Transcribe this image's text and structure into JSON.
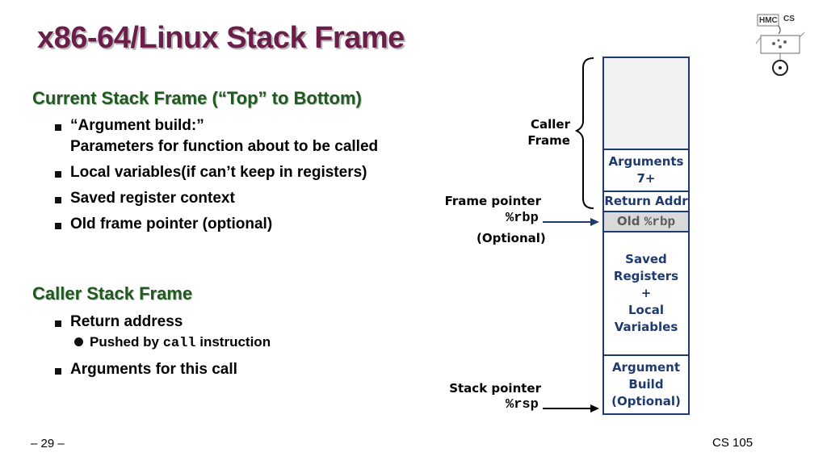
{
  "slide": {
    "title": "x86-64/Linux Stack Frame",
    "footer_left": "– 29 –",
    "footer_right": "CS 105"
  },
  "left": {
    "current_heading": "Current Stack Frame (“Top” to Bottom)",
    "current_items": [
      {
        "line1": "“Argument build:”",
        "line2": "Parameters for function about to be called"
      },
      {
        "line1": "Local variables(if can’t keep in registers)"
      },
      {
        "line1": "Saved register context"
      },
      {
        "line1": "Old frame pointer (optional)"
      }
    ],
    "caller_heading": "Caller Stack Frame",
    "caller_items": [
      {
        "line1": "Return address"
      },
      {
        "line1": "Arguments for this call"
      }
    ],
    "caller_subitem": {
      "prefix": "Pushed by",
      "code": "call",
      "suffix": "instruction"
    }
  },
  "diagram": {
    "caller_frame_label": [
      "Caller",
      "Frame"
    ],
    "frame_pointer_label": "Frame pointer",
    "frame_pointer_reg": "%rbp",
    "frame_pointer_note": "(Optional)",
    "stack_pointer_label": "Stack pointer",
    "stack_pointer_reg": "%rsp",
    "cells": {
      "caller_top": "",
      "arguments": [
        "Arguments",
        "7+"
      ],
      "return_addr": "Return Addr",
      "old_rbp_prefix": "Old",
      "old_rbp_reg": "%rbp",
      "saved": [
        "Saved",
        "Registers",
        "+",
        "Local",
        "Variables"
      ],
      "arg_build": [
        "Argument",
        "Build",
        "(Optional)"
      ]
    },
    "colors": {
      "cell_border": "#1f3a6e",
      "label_blue": "#1f3a6e",
      "old_rbp_fill": "#d9d9d9",
      "caller_top_fill": "#f2f2f2",
      "title": "#6b1e4a",
      "heading_green": "#1f5a1f"
    }
  }
}
